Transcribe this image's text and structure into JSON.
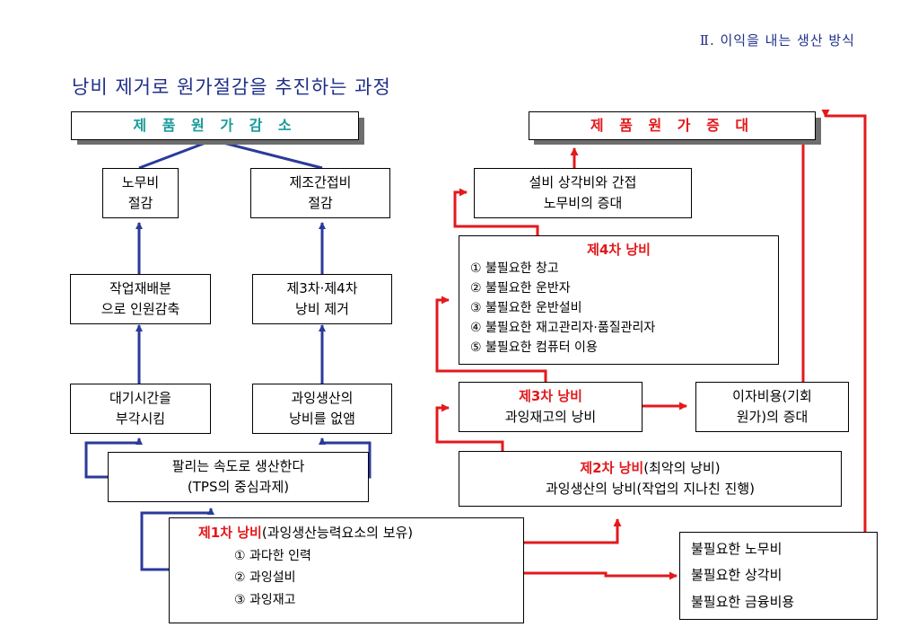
{
  "header": "Ⅱ. 이익을 내는 생산 방식",
  "title": "낭비 제거로 원가절감을 추진하는 과정",
  "colors": {
    "title": "#1f2f8a",
    "connector_blue": "#2b3a9a",
    "arrow_red": "#e3191c",
    "teal_text": "#1a9a9a"
  },
  "left": {
    "top": "제 품 원 가 감 소",
    "labor_cut": [
      "노무비",
      "절감"
    ],
    "overhead_cut": [
      "제조간접비",
      "절감"
    ],
    "rebalance": [
      "작업재배분",
      "으로 인원감축"
    ],
    "eliminate": [
      "제3차·제4차",
      "낭비 제거"
    ],
    "standby": [
      "대기시간을",
      "부각시킴"
    ],
    "overprod_removed": [
      "과잉생산의",
      "낭비를 없앰"
    ],
    "pace": [
      "팔리는 속도로 생산한다",
      "(TPS의 중심과제)"
    ]
  },
  "first_waste": {
    "label": "제1차 낭비",
    "suffix": "(과잉생산능력요소의 보유)",
    "items": [
      "① 과다한 인력",
      "② 과잉설비",
      "③ 과잉재고"
    ]
  },
  "right": {
    "top": "제 품 원 가 증 대",
    "depreciation": [
      "설비 상각비와 간접",
      "노무비의 증대"
    ],
    "fourth": {
      "label": "제4차 낭비",
      "items": [
        "① 불필요한 창고",
        "② 불필요한 운반자",
        "③ 불필요한 운반설비",
        "④ 불필요한 재고관리자·품질관리자",
        "⑤ 불필요한 컴퓨터 이용"
      ]
    },
    "third": {
      "label": "제3차 낭비",
      "text": "과잉재고의 낭비"
    },
    "interest": [
      "이자비용(기회",
      "원가)의 증대"
    ],
    "second": {
      "label": "제2차 낭비",
      "suffix": "(최악의 낭비)",
      "text": "과잉생산의 낭비(작업의 지나친 진행)"
    },
    "unnecessary": [
      "불필요한 노무비",
      "불필요한 상각비",
      "불필요한 금융비용"
    ]
  }
}
